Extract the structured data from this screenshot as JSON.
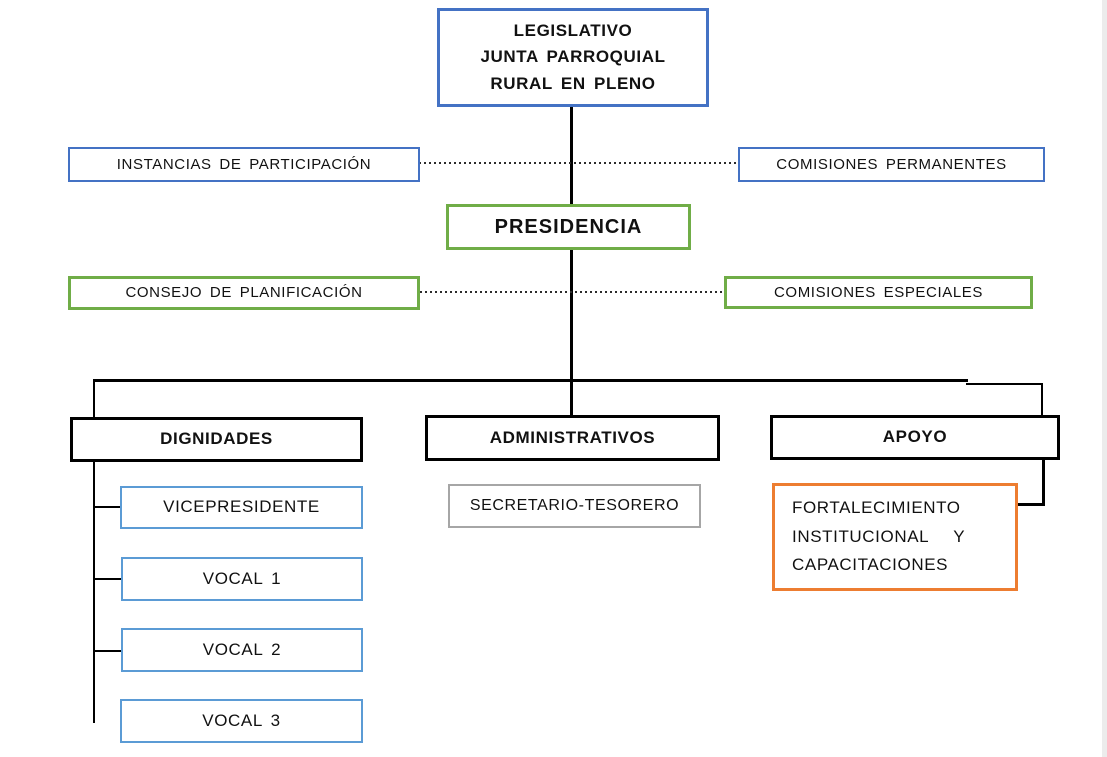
{
  "diagram": {
    "type": "org-chart",
    "nodes": {
      "legislativo": {
        "label": "LEGISLATIVO\nJUNTA PARROQUIAL\nRURAL EN PLENO",
        "border_color": "#4472C4",
        "bold": true
      },
      "instancias": {
        "label": "INSTANCIAS DE PARTICIPACIÓN",
        "border_color": "#4472C4",
        "bold": false
      },
      "comisiones_permanentes": {
        "label": "COMISIONES PERMANENTES",
        "border_color": "#4472C4",
        "bold": false
      },
      "presidencia": {
        "label": "PRESIDENCIA",
        "border_color": "#70AD47",
        "bold": true
      },
      "consejo_planificacion": {
        "label": "CONSEJO DE PLANIFICACIÓN",
        "border_color": "#70AD47",
        "bold": false
      },
      "comisiones_especiales": {
        "label": "COMISIONES ESPECIALES",
        "border_color": "#70AD47",
        "bold": false
      },
      "dignidades": {
        "label": "DIGNIDADES",
        "border_color": "#000000",
        "bold": true
      },
      "administrativos": {
        "label": "ADMINISTRATIVOS",
        "border_color": "#000000",
        "bold": true
      },
      "apoyo": {
        "label": "APOYO",
        "border_color": "#000000",
        "bold": true
      },
      "vicepresidente": {
        "label": "VICEPRESIDENTE",
        "border_color": "#5B9BD5",
        "bold": false
      },
      "vocal1": {
        "label": "VOCAL 1",
        "border_color": "#5B9BD5",
        "bold": false
      },
      "vocal2": {
        "label": "VOCAL 2",
        "border_color": "#5B9BD5",
        "bold": false
      },
      "vocal3": {
        "label": "VOCAL 3",
        "border_color": "#5B9BD5",
        "bold": false
      },
      "secretario_tesorero": {
        "label": "SECRETARIO-TESORERO",
        "border_color": "#A6A6A6",
        "bold": false
      },
      "fortalecimiento": {
        "label": "FORTALECIMIENTO\nINSTITUCIONAL   Y\nCAPACITACIONES",
        "border_color": "#ED7D31",
        "bold": false
      }
    },
    "edges": [
      {
        "from": "legislativo",
        "to": "presidencia",
        "style": "solid"
      },
      {
        "from": "instancias",
        "to": "comisiones_permanentes",
        "style": "dotted",
        "crosses": "center-line"
      },
      {
        "from": "consejo_planificacion",
        "to": "comisiones_especiales",
        "style": "dotted",
        "crosses": "center-line"
      },
      {
        "from": "presidencia",
        "to": "dignidades",
        "style": "solid"
      },
      {
        "from": "presidencia",
        "to": "administrativos",
        "style": "solid"
      },
      {
        "from": "presidencia",
        "to": "apoyo",
        "style": "solid"
      },
      {
        "from": "dignidades",
        "to": "vicepresidente",
        "style": "solid"
      },
      {
        "from": "dignidades",
        "to": "vocal1",
        "style": "solid"
      },
      {
        "from": "dignidades",
        "to": "vocal2",
        "style": "solid"
      },
      {
        "from": "dignidades",
        "to": "vocal3",
        "style": "solid"
      },
      {
        "from": "apoyo",
        "to": "fortalecimiento",
        "style": "solid"
      }
    ],
    "colors": {
      "accent_blue": "#4472C4",
      "accent_light_blue": "#5B9BD5",
      "accent_green": "#70AD47",
      "accent_orange": "#ED7D31",
      "accent_gray": "#A6A6A6",
      "line_black": "#000000",
      "background": "#FFFFFF"
    }
  }
}
